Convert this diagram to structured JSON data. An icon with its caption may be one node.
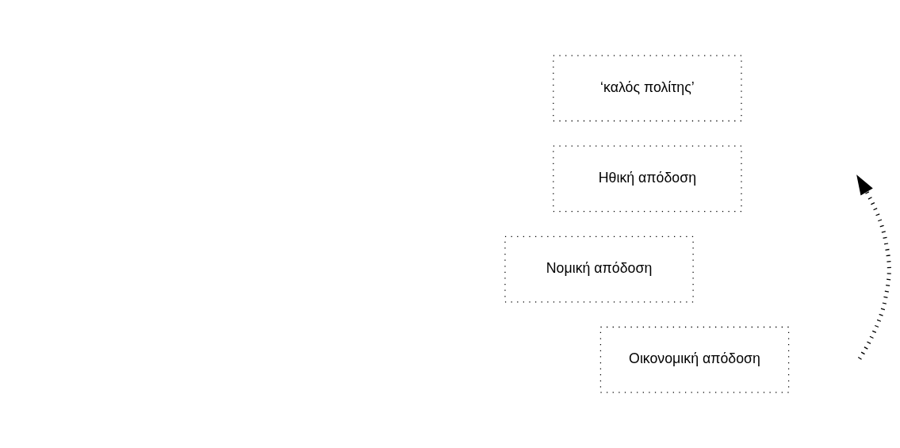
{
  "diagram": {
    "nodes": [
      {
        "text": [
          "Οικονομική απόδοση"
        ]
      },
      {
        "text": [
          "Νομική απόδοση"
        ]
      },
      {
        "text": [
          "Ηθική απόδοση"
        ]
      },
      {
        "text": [
          "‘καλός πολίτης’"
        ]
      }
    ]
  }
}
